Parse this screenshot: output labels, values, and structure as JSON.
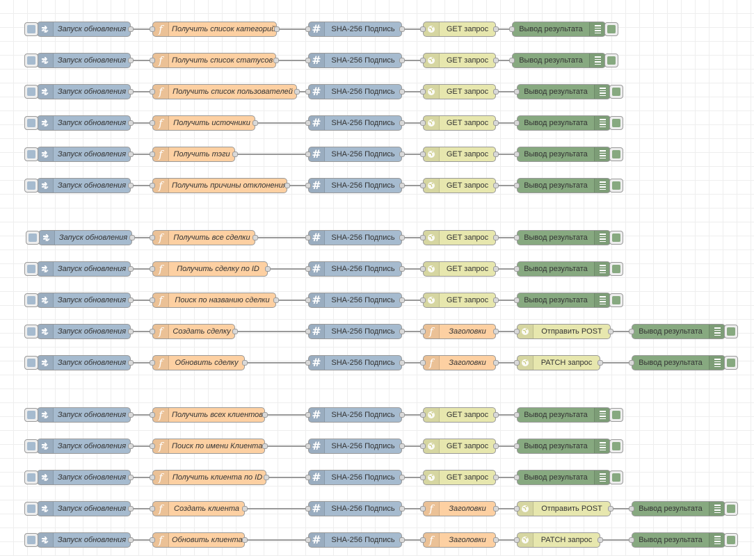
{
  "palette": {
    "inject": "#a6bbcf",
    "function": "#fdd0a2",
    "hash": "#a6bbcf",
    "http": "#e7e7ae",
    "debug": "#87a980",
    "wire": "#999999"
  },
  "icons": {
    "inject": "arrow-in-icon",
    "function": "function-icon",
    "hash": "hash-icon",
    "http": "globe-icon",
    "debug": "debug-list-icon"
  },
  "flows": [
    {
      "nodes": [
        {
          "type": "inject",
          "label": "Запуск обновления"
        },
        {
          "type": "func",
          "label": "Получить список категорий"
        },
        {
          "type": "hash",
          "label": "SHA-256 Подпись"
        },
        {
          "type": "http",
          "label": "GET запрос"
        },
        {
          "type": "debug",
          "label": "Вывод результата"
        }
      ]
    },
    {
      "nodes": [
        {
          "type": "inject",
          "label": "Запуск обновления"
        },
        {
          "type": "func",
          "label": "Получить список статусов"
        },
        {
          "type": "hash",
          "label": "SHA-256 Подпись"
        },
        {
          "type": "http",
          "label": "GET запрос"
        },
        {
          "type": "debug",
          "label": "Вывод результата"
        }
      ]
    },
    {
      "nodes": [
        {
          "type": "inject",
          "label": "Запуск обновления"
        },
        {
          "type": "func",
          "label": "Получить список пользователей"
        },
        {
          "type": "hash",
          "label": "SHA-256 Подпись"
        },
        {
          "type": "http",
          "label": "GET запрос"
        },
        {
          "type": "debug",
          "label": "Вывод результата"
        }
      ]
    },
    {
      "nodes": [
        {
          "type": "inject",
          "label": "Запуск обновления"
        },
        {
          "type": "func",
          "label": "Получить источники"
        },
        {
          "type": "hash",
          "label": "SHA-256 Подпись"
        },
        {
          "type": "http",
          "label": "GET запрос"
        },
        {
          "type": "debug",
          "label": "Вывод результата"
        }
      ]
    },
    {
      "nodes": [
        {
          "type": "inject",
          "label": "Запуск обновления"
        },
        {
          "type": "func",
          "label": "Получить тэги"
        },
        {
          "type": "hash",
          "label": "SHA-256 Подпись"
        },
        {
          "type": "http",
          "label": "GET запрос"
        },
        {
          "type": "debug",
          "label": "Вывод результата"
        }
      ]
    },
    {
      "nodes": [
        {
          "type": "inject",
          "label": "Запуск обновления"
        },
        {
          "type": "func",
          "label": "Получить причины отклонения"
        },
        {
          "type": "hash",
          "label": "SHA-256 Подпись"
        },
        {
          "type": "http",
          "label": "GET запрос"
        },
        {
          "type": "debug",
          "label": "Вывод результата"
        }
      ]
    },
    {
      "nodes": [
        {
          "type": "inject",
          "label": "Запуск обновления"
        },
        {
          "type": "func",
          "label": "Получить все сделки"
        },
        {
          "type": "hash",
          "label": "SHA-256 Подпись"
        },
        {
          "type": "http",
          "label": "GET запрос"
        },
        {
          "type": "debug",
          "label": "Вывод результата"
        }
      ]
    },
    {
      "nodes": [
        {
          "type": "inject",
          "label": "Запуск обновления"
        },
        {
          "type": "func",
          "label": "Получить сделку по ID"
        },
        {
          "type": "hash",
          "label": "SHA-256 Подпись"
        },
        {
          "type": "http",
          "label": "GET запрос"
        },
        {
          "type": "debug",
          "label": "Вывод результата"
        }
      ]
    },
    {
      "nodes": [
        {
          "type": "inject",
          "label": "Запуск обновления"
        },
        {
          "type": "func",
          "label": "Поиск по названию сделки"
        },
        {
          "type": "hash",
          "label": "SHA-256 Подпись"
        },
        {
          "type": "http",
          "label": "GET запрос"
        },
        {
          "type": "debug",
          "label": "Вывод результата"
        }
      ]
    },
    {
      "nodes": [
        {
          "type": "inject",
          "label": "Запуск обновления"
        },
        {
          "type": "func",
          "label": "Создать сделку"
        },
        {
          "type": "hash",
          "label": "SHA-256 Подпись"
        },
        {
          "type": "func",
          "label": "Заголовки"
        },
        {
          "type": "http",
          "label": "Отправить POST"
        },
        {
          "type": "debug",
          "label": "Вывод результата"
        }
      ]
    },
    {
      "nodes": [
        {
          "type": "inject",
          "label": "Запуск обновления"
        },
        {
          "type": "func",
          "label": "Обновить сделку"
        },
        {
          "type": "hash",
          "label": "SHA-256 Подпись"
        },
        {
          "type": "func",
          "label": "Заголовки"
        },
        {
          "type": "http",
          "label": "PATCH запрос"
        },
        {
          "type": "debug",
          "label": "Вывод результата"
        }
      ]
    },
    {
      "nodes": [
        {
          "type": "inject",
          "label": "Запуск обновления"
        },
        {
          "type": "func",
          "label": "Получить всех клиентов"
        },
        {
          "type": "hash",
          "label": "SHA-256 Подпись"
        },
        {
          "type": "http",
          "label": "GET запрос"
        },
        {
          "type": "debug",
          "label": "Вывод результата"
        }
      ]
    },
    {
      "nodes": [
        {
          "type": "inject",
          "label": "Запуск обновления"
        },
        {
          "type": "func",
          "label": "Поиск по имени Клиента"
        },
        {
          "type": "hash",
          "label": "SHA-256 Подпись"
        },
        {
          "type": "http",
          "label": "GET запрос"
        },
        {
          "type": "debug",
          "label": "Вывод результата"
        }
      ]
    },
    {
      "nodes": [
        {
          "type": "inject",
          "label": "Запуск обновления"
        },
        {
          "type": "func",
          "label": "Получить клиента по ID"
        },
        {
          "type": "hash",
          "label": "SHA-256 Подпись"
        },
        {
          "type": "http",
          "label": "GET запрос"
        },
        {
          "type": "debug",
          "label": "Вывод результата"
        }
      ]
    },
    {
      "nodes": [
        {
          "type": "inject",
          "label": "Запуск обновления"
        },
        {
          "type": "func",
          "label": "Создать клиента"
        },
        {
          "type": "hash",
          "label": "SHA-256 Подпись"
        },
        {
          "type": "func",
          "label": "Заголовки"
        },
        {
          "type": "http",
          "label": "Отправить POST"
        },
        {
          "type": "debug",
          "label": "Вывод результата"
        }
      ]
    },
    {
      "nodes": [
        {
          "type": "inject",
          "label": "Запуск обновления"
        },
        {
          "type": "func",
          "label": "Обновить клиента"
        },
        {
          "type": "hash",
          "label": "SHA-256 Подпись"
        },
        {
          "type": "func",
          "label": "Заголовки"
        },
        {
          "type": "http",
          "label": "PATCH запрос"
        },
        {
          "type": "debug",
          "label": "Вывод результата"
        }
      ]
    }
  ]
}
